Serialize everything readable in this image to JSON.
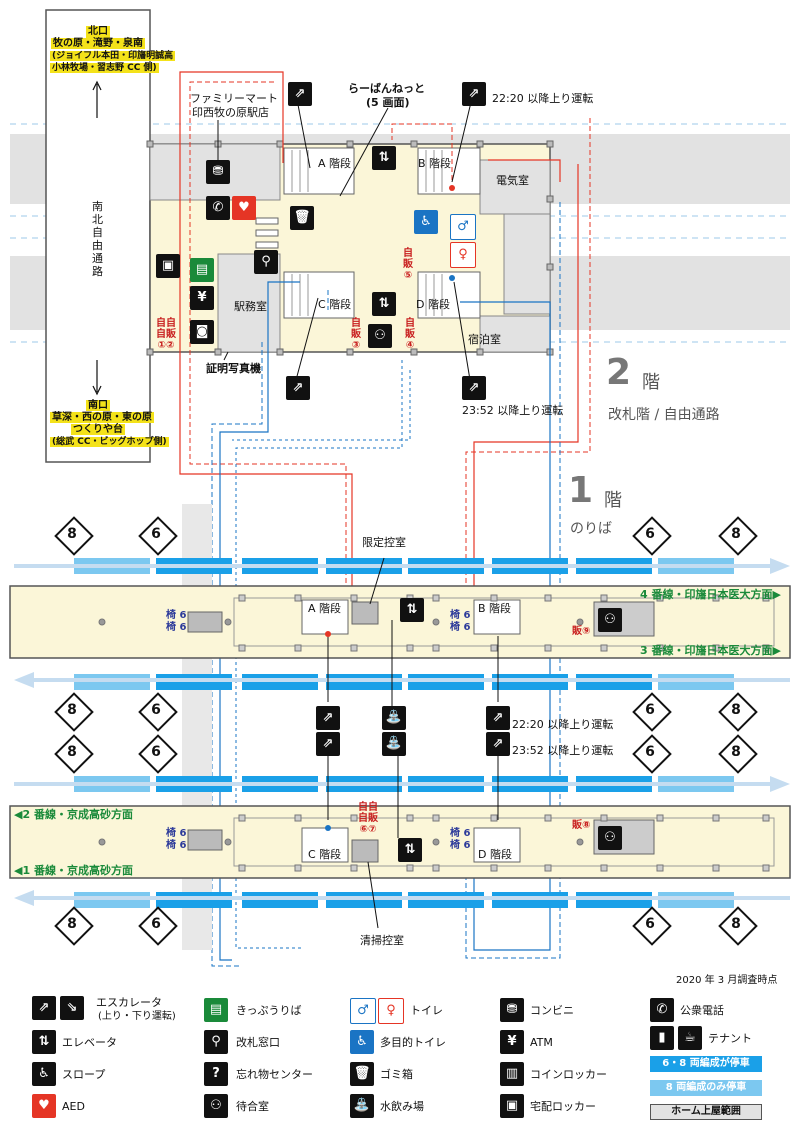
{
  "floor2": {
    "number": "2",
    "suffix": "階",
    "label": "改札階 / 自由通路",
    "north_exit": {
      "title": "北口",
      "line1": "牧の原・滝野・泉南",
      "line2": "(ジョイフル本田・印旛明誠高",
      "line3": "小林牧場・習志野 CC 側)"
    },
    "south_exit": {
      "title": "南口",
      "line1": "草深・西の原・東の原",
      "line2": "つくりや台",
      "line3": "(総武 CC・ビッグホップ側)"
    },
    "corridor_label": "南北自由通路",
    "family_mart": "ファミリーマート",
    "family_mart_sub": "印西牧の原駅店",
    "laban": "らーばんねっと",
    "laban_sub": "(5 画面)",
    "staff_room": "駅務室",
    "elec_room": "電気室",
    "lodge_room": "宿泊室",
    "photo_machine": "証明写真機",
    "stair_a": "A 階段",
    "stair_b": "B 階段",
    "stair_c": "C 階段",
    "stair_d": "D 階段",
    "esc_note_1": "22:20 以降上り運転",
    "esc_note_2": "23:52 以降上り運転",
    "vending": {
      "v12": "自販",
      "v12n": "①②",
      "v3": "自販",
      "v3n": "③",
      "v4": "自販",
      "v4n": "④",
      "v5": "自販",
      "v5n": "⑤",
      "top": "自"
    }
  },
  "floor1": {
    "number": "1",
    "suffix": "階",
    "label": "のりば",
    "restricted_room": "限定控室",
    "cleaning_room": "清掃控室",
    "track4": "4 番線・印旛日本医大方面▶",
    "track3": "3 番線・印旛日本医大方面▶",
    "track2": "◀2 番線・京成高砂方面",
    "track1": "◀1 番線・京成高砂方面",
    "seat": "椅 6",
    "vend_9": "販⑨",
    "vend_8": "販⑧",
    "vend_67": "自販",
    "vend_67n": "⑥⑦",
    "esc_note_1": "22:20 以降上り運転",
    "esc_note_2": "23:52 以降上り運転",
    "car_8": "8",
    "car_6": "6"
  },
  "survey_date": "2020 年 3 月調査時点",
  "legend": {
    "escalator": "エスカレータ",
    "escalator_sub": "(上り・下り運転)",
    "elevator": "エレベータ",
    "slope": "スロープ",
    "aed": "AED",
    "ticket": "きっぷうりば",
    "gate": "改札窓口",
    "lost": "忘れ物センター",
    "waiting": "待合室",
    "toilet": "トイレ",
    "multi_toilet": "多目的トイレ",
    "trash": "ゴミ箱",
    "fountain": "水飲み場",
    "convenience": "コンビニ",
    "atm": "ATM",
    "coin_locker": "コインロッカー",
    "delivery_locker": "宅配ロッカー",
    "phone": "公衆電話",
    "tenant": "テナント",
    "cars_68": "6・8 両編成が停車",
    "cars_8": "8 両編成のみ停車",
    "roof": "ホーム上屋範囲"
  },
  "colors": {
    "platform_blue": "#1aa0e8",
    "platform_light": "#7cc8f0",
    "red_route": "#e53525",
    "blue_route": "#1a74c4",
    "green_text": "#1a8a3a",
    "yellow": "#f4e21a"
  }
}
